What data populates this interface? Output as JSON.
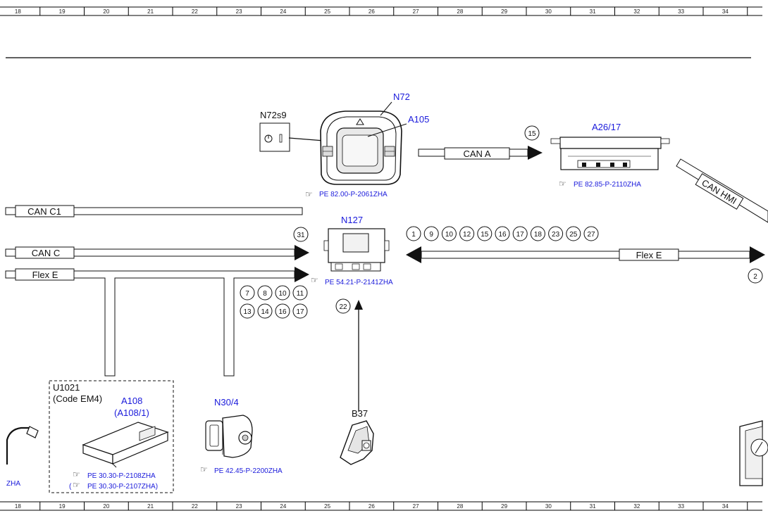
{
  "ruler": {
    "top": [
      "18",
      "19",
      "20",
      "21",
      "22",
      "23",
      "24",
      "25",
      "26",
      "27",
      "28",
      "29",
      "30",
      "31",
      "32",
      "33",
      "34"
    ],
    "bottom": [
      "18",
      "19",
      "20",
      "21",
      "22",
      "23",
      "24",
      "25",
      "26",
      "27",
      "28",
      "29",
      "30",
      "31",
      "32",
      "33",
      "34"
    ]
  },
  "components": {
    "n72s9": "N72s9",
    "n72": "N72",
    "a105": "A105",
    "n72_ref": "PE 82.00-P-2061ZHA",
    "a26_17": "A26/17",
    "a26_17_ref": "PE 82.85-P-2110ZHA",
    "n127": "N127",
    "n127_ref": "PE 54.21-P-2141ZHA",
    "u1021": "U1021",
    "u1021_code": "(Code EM4)",
    "a108": "A108",
    "a108_alt": "(A108/1)",
    "a108_ref1": "PE 30.30-P-2108ZHA",
    "a108_ref2_open": "(",
    "a108_ref2": "PE 30.30-P-2107ZHA)",
    "n30_4": "N30/4",
    "n30_4_ref": "PE 42.45-P-2200ZHA",
    "b37": "B37",
    "left_ref_partial": "ZHA"
  },
  "buses": {
    "can_a": "CAN A",
    "can_hmi": "CAN HMI",
    "can_c1": "CAN C1",
    "can_c": "CAN C",
    "flex_e_left": "Flex E",
    "flex_e_right": "Flex E"
  },
  "circles": {
    "c15_top": "15",
    "c31": "31",
    "row_right": [
      "1",
      "9",
      "10",
      "12",
      "15",
      "16",
      "17",
      "18",
      "23",
      "25",
      "27"
    ],
    "row_mid_1": [
      "7",
      "8",
      "10",
      "11"
    ],
    "row_mid_2": [
      "13",
      "14",
      "16",
      "17"
    ],
    "c22": "22",
    "c2": "2"
  }
}
